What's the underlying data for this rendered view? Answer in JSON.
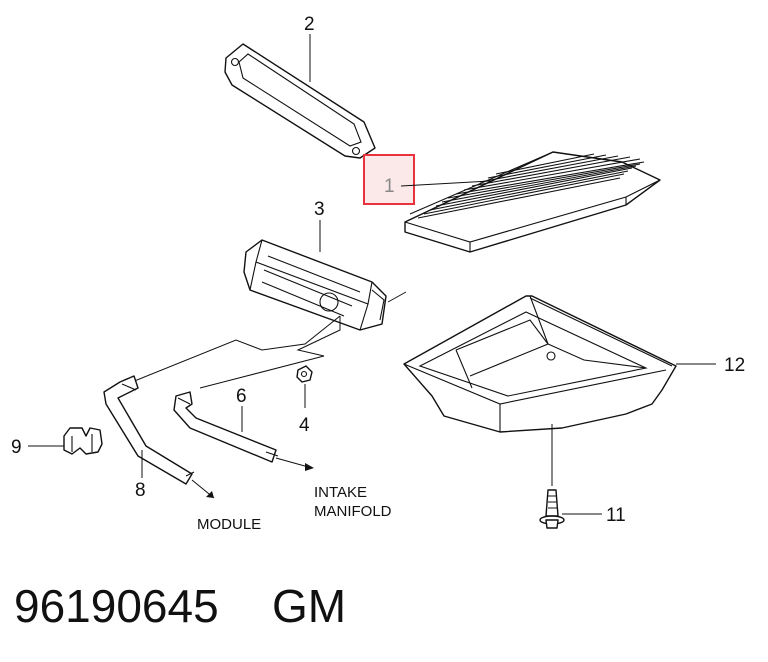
{
  "callouts": {
    "c1": "1",
    "c2": "2",
    "c3": "3",
    "c4": "4",
    "c6": "6",
    "c8": "8",
    "c9": "9",
    "c11": "11",
    "c12": "12"
  },
  "notes": {
    "module": "MODULE",
    "intake_line1": "INTAKE",
    "intake_line2": "MANIFOLD"
  },
  "footer": {
    "part_number": "96190645",
    "brand": "GM"
  },
  "colors": {
    "highlight": "#e8323c",
    "highlight_fill": "#fbe9ea"
  }
}
